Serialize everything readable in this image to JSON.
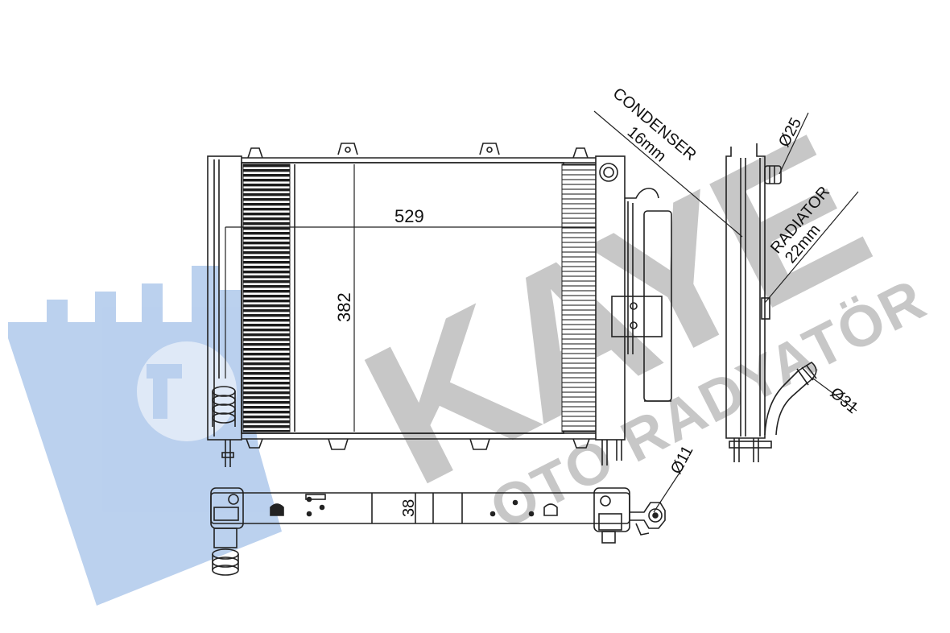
{
  "watermark": {
    "brand": "KAYE",
    "subtitle": "OTO RADYATÖR",
    "color": "#1e66c8",
    "text_color": "#7a7a7a"
  },
  "dimensions": {
    "width": "529",
    "height": "382",
    "thickness": "38",
    "pipe_11": "Ø11",
    "pipe_25": "Ø25",
    "pipe_31": "Ø31"
  },
  "labels": {
    "condenser": "CONDENSER",
    "condenser_thickness": "16mm",
    "radiator": "RADIATOR",
    "radiator_thickness": "22mm"
  }
}
